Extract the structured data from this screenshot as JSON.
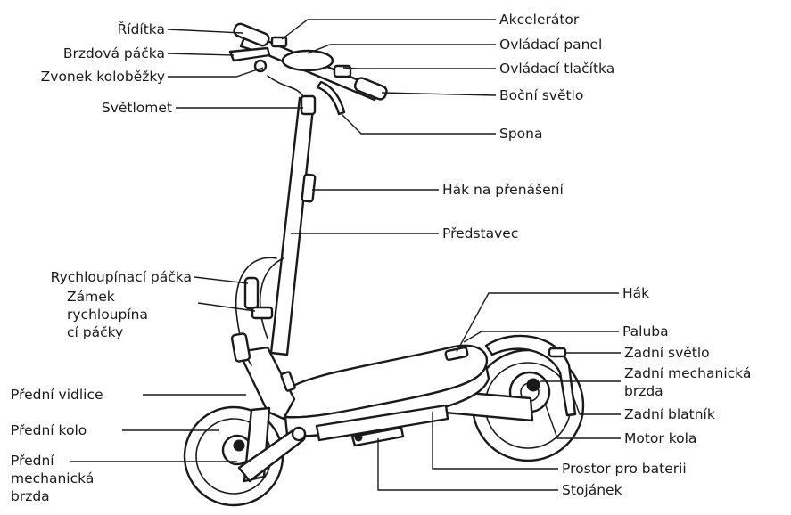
{
  "labels": {
    "riditka": "Řídítka",
    "brzdova_packa": "Brzdová páčka",
    "zvonek": "Zvonek koloběžky",
    "svetlomet": "Světlomet",
    "rychloupinaci_packa": "Rychloupínací páčka",
    "zamek_1": "Zámek",
    "zamek_2": "rychloupína",
    "zamek_3": "cí páčky",
    "predni_vidlice": "Přední vidlice",
    "predni_kolo": "Přední kolo",
    "predni_brzda_1": "Přední",
    "predni_brzda_2": "mechanická",
    "predni_brzda_3": "brzda",
    "akcelerator": "Akcelerátor",
    "ovladaci_panel": "Ovládací panel",
    "ovladaci_tlacitka": "Ovládací tlačítka",
    "bocni_svetlo": "Boční světlo",
    "spona": "Spona",
    "hak_prenaseni": "Hák na přenášení",
    "predstavec": "Představec",
    "hak": "Hák",
    "paluba": "Paluba",
    "zadni_svetlo": "Zadní světlo",
    "zadni_brzda_1": "Zadní mechanická",
    "zadni_brzda_2": "brzda",
    "zadni_blatnik": "Zadní blatník",
    "motor_kola": "Motor kola",
    "prostor_baterie": "Prostor pro baterii",
    "stojanek": "Stojánek"
  }
}
